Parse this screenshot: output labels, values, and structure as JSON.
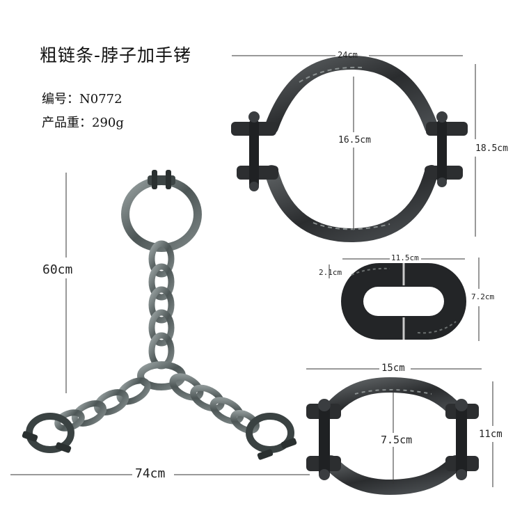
{
  "product": {
    "title": "粗链条-脖子加手铐",
    "code": "编号：N0772",
    "weight": "产品重：290g"
  },
  "dimensions": {
    "neck_width": "24cm",
    "neck_inner": "16.5cm",
    "neck_height": "18.5cm",
    "link_width": "11.5cm",
    "link_thickness": "2.1cm",
    "link_height": "7.2cm",
    "cuff_width": "15cm",
    "cuff_inner": "7.5cm",
    "cuff_height": "11cm",
    "chain_length": "60cm",
    "total_width": "74cm"
  },
  "colors": {
    "metal": "#2a2c2e",
    "metal_highlight": "#8a9090",
    "chain": "#5a6262"
  }
}
